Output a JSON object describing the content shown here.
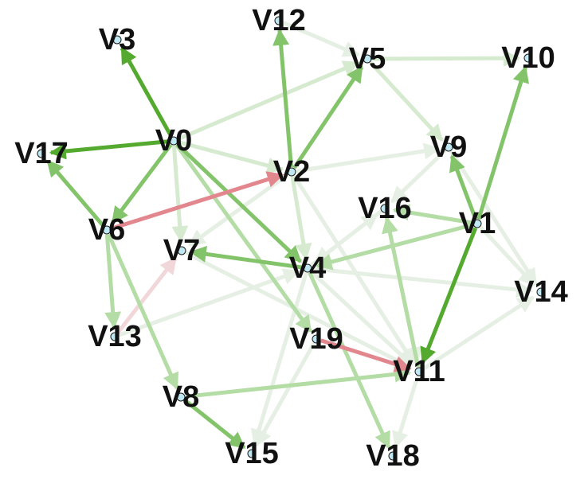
{
  "colors": {
    "green_dark": "#54aa2e",
    "green_mid": "#83c46a",
    "green_light": "#b4dca5",
    "green_pale": "#d6ead0",
    "green_faint": "#e6efe3",
    "red": "#e2878e",
    "red_light": "#ecb7bc",
    "red_faint": "#f2d7da"
  },
  "nodes": [
    {
      "id": "V0",
      "label": "V0"
    },
    {
      "id": "V1",
      "label": "V1"
    },
    {
      "id": "V2",
      "label": "V2"
    },
    {
      "id": "V3",
      "label": "V3"
    },
    {
      "id": "V4",
      "label": "V4"
    },
    {
      "id": "V5",
      "label": "V5"
    },
    {
      "id": "V6",
      "label": "V6"
    },
    {
      "id": "V7",
      "label": "V7"
    },
    {
      "id": "V8",
      "label": "V8"
    },
    {
      "id": "V9",
      "label": "V9"
    },
    {
      "id": "V10",
      "label": "V10"
    },
    {
      "id": "V11",
      "label": "V11"
    },
    {
      "id": "V12",
      "label": "V12"
    },
    {
      "id": "V13",
      "label": "V13"
    },
    {
      "id": "V14",
      "label": "V14"
    },
    {
      "id": "V15",
      "label": "V15"
    },
    {
      "id": "V16",
      "label": "V16"
    },
    {
      "id": "V17",
      "label": "V17"
    },
    {
      "id": "V18",
      "label": "V18"
    },
    {
      "id": "V19",
      "label": "V19"
    }
  ],
  "edges": [
    {
      "from": "V0",
      "to": "V3",
      "color": "green_dark"
    },
    {
      "from": "V0",
      "to": "V17",
      "color": "green_dark"
    },
    {
      "from": "V0",
      "to": "V6",
      "color": "green_mid"
    },
    {
      "from": "V0",
      "to": "V4",
      "color": "green_mid"
    },
    {
      "from": "V0",
      "to": "V7",
      "color": "green_pale"
    },
    {
      "from": "V0",
      "to": "V5",
      "color": "green_pale"
    },
    {
      "from": "V0",
      "to": "V2",
      "color": "green_pale"
    },
    {
      "from": "V0",
      "to": "V19",
      "color": "green_light"
    },
    {
      "from": "V6",
      "to": "V17",
      "color": "green_mid"
    },
    {
      "from": "V6",
      "to": "V2",
      "color": "red"
    },
    {
      "from": "V6",
      "to": "V13",
      "color": "green_light"
    },
    {
      "from": "V6",
      "to": "V8",
      "color": "green_light"
    },
    {
      "from": "V2",
      "to": "V12",
      "color": "green_mid"
    },
    {
      "from": "V2",
      "to": "V5",
      "color": "green_mid"
    },
    {
      "from": "V2",
      "to": "V9",
      "color": "green_faint"
    },
    {
      "from": "V2",
      "to": "V4",
      "color": "green_pale"
    },
    {
      "from": "V2",
      "to": "V11",
      "color": "green_faint"
    },
    {
      "from": "V2",
      "to": "V7",
      "color": "green_faint"
    },
    {
      "from": "V12",
      "to": "V5",
      "color": "green_faint"
    },
    {
      "from": "V5",
      "to": "V10",
      "color": "green_pale"
    },
    {
      "from": "V5",
      "to": "V9",
      "color": "green_pale"
    },
    {
      "from": "V9",
      "to": "V16",
      "color": "green_faint"
    },
    {
      "from": "V9",
      "to": "V14",
      "color": "green_faint"
    },
    {
      "from": "V1",
      "to": "V10",
      "color": "green_mid"
    },
    {
      "from": "V1",
      "to": "V9",
      "color": "green_mid"
    },
    {
      "from": "V1",
      "to": "V11",
      "color": "green_dark"
    },
    {
      "from": "V1",
      "to": "V16",
      "color": "green_light"
    },
    {
      "from": "V1",
      "to": "V4",
      "color": "green_light"
    },
    {
      "from": "V1",
      "to": "V14",
      "color": "green_faint"
    },
    {
      "from": "V4",
      "to": "V7",
      "color": "green_mid"
    },
    {
      "from": "V4",
      "to": "V16",
      "color": "green_faint"
    },
    {
      "from": "V4",
      "to": "V15",
      "color": "green_faint"
    },
    {
      "from": "V4",
      "to": "V18",
      "color": "green_light"
    },
    {
      "from": "V4",
      "to": "V14",
      "color": "green_faint"
    },
    {
      "from": "V4",
      "to": "V11",
      "color": "green_faint"
    },
    {
      "from": "V13",
      "to": "V7",
      "color": "red_faint"
    },
    {
      "from": "V13",
      "to": "V4",
      "color": "green_faint"
    },
    {
      "from": "V19",
      "to": "V11",
      "color": "red"
    },
    {
      "from": "V19",
      "to": "V15",
      "color": "green_faint"
    },
    {
      "from": "V11",
      "to": "V16",
      "color": "green_light"
    },
    {
      "from": "V11",
      "to": "V18",
      "color": "green_faint"
    },
    {
      "from": "V11",
      "to": "V14",
      "color": "green_faint"
    },
    {
      "from": "V8",
      "to": "V11",
      "color": "green_light"
    },
    {
      "from": "V8",
      "to": "V15",
      "color": "green_mid"
    },
    {
      "from": "V7",
      "to": "V11",
      "color": "green_faint"
    },
    {
      "from": "V16",
      "to": "V4",
      "color": "green_faint"
    },
    {
      "from": "V16",
      "to": "V11",
      "color": "green_faint"
    }
  ]
}
